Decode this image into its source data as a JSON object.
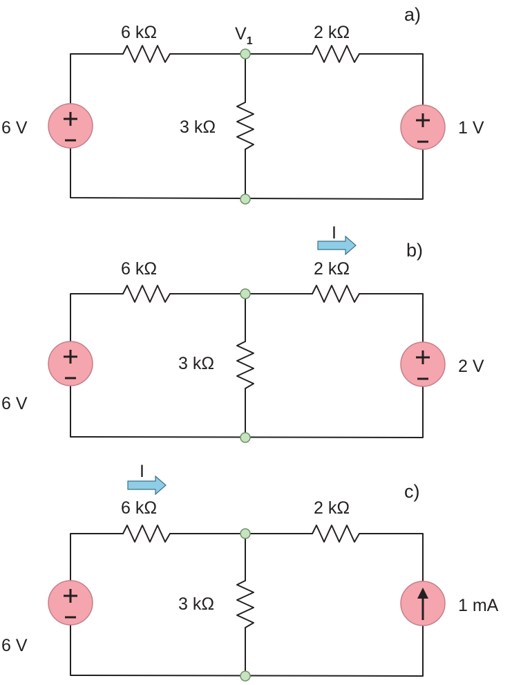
{
  "colors": {
    "wire": "#231f20",
    "source_fill": "#f5a5ad",
    "node_fill": "#c6e3c0",
    "arrow_fill": "#8fcde6"
  },
  "circuits": [
    {
      "panel_label": "a)",
      "left_resistor": "6 kΩ",
      "middle_resistor": "3 kΩ",
      "right_resistor": "2 kΩ",
      "left_source": "6 V",
      "right_source": "1 V",
      "right_source_type": "voltage-source",
      "node_label_main": "V",
      "node_label_sub": "1",
      "current_label": ""
    },
    {
      "panel_label": "b)",
      "left_resistor": "6 kΩ",
      "middle_resistor": "3 kΩ",
      "right_resistor": "2 kΩ",
      "left_source": "6 V",
      "right_source": "2 V",
      "right_source_type": "voltage-source",
      "current_label": "I"
    },
    {
      "panel_label": "c)",
      "left_resistor": "6 kΩ",
      "middle_resistor": "3 kΩ",
      "right_resistor": "2 kΩ",
      "left_source": "6 V",
      "right_source": "1 mA",
      "right_source_type": "current-source",
      "current_label": "I"
    }
  ]
}
